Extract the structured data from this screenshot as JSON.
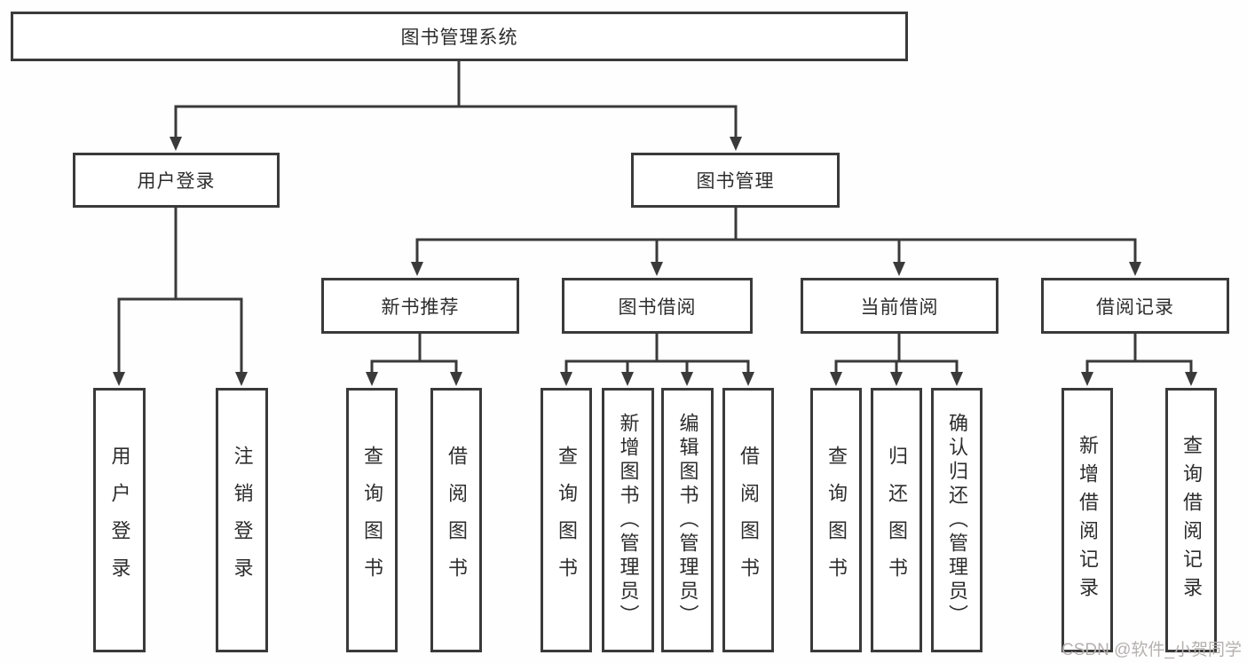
{
  "diagram": {
    "root": {
      "label": "图书管理系统"
    },
    "branches": [
      {
        "label": "用户登录",
        "children": [
          {
            "label": "用户登录"
          },
          {
            "label": "注销登录"
          }
        ]
      },
      {
        "label": "图书管理",
        "sections": [
          {
            "label": "新书推荐",
            "children": [
              {
                "label": "查询图书"
              },
              {
                "label": "借阅图书"
              }
            ]
          },
          {
            "label": "图书借阅",
            "children": [
              {
                "label": "查询图书"
              },
              {
                "label": "新增图书（管理员）"
              },
              {
                "label": "编辑图书（管理员）"
              },
              {
                "label": "借阅图书"
              }
            ]
          },
          {
            "label": "当前借阅",
            "children": [
              {
                "label": "查询图书"
              },
              {
                "label": "归还图书"
              },
              {
                "label": "确认归还（管理员）"
              }
            ]
          },
          {
            "label": "借阅记录",
            "children": [
              {
                "label": "新增借阅记录"
              },
              {
                "label": "查询借阅记录"
              }
            ]
          }
        ]
      }
    ]
  },
  "watermark": {
    "text": "CSDN @软件_小贺同学"
  },
  "colors": {
    "line": "#3a3a3a",
    "box_background": "#ffffff",
    "watermark": "#b6b0b0"
  }
}
